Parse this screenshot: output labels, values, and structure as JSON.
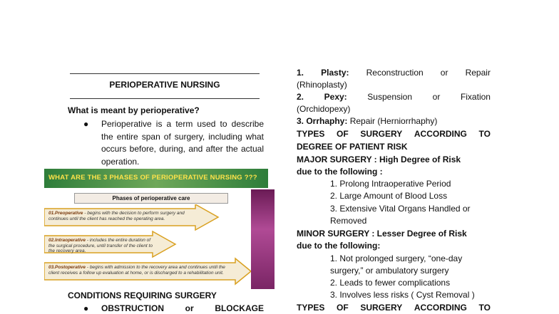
{
  "left": {
    "heading": "PERIOPERATIVE NURSING",
    "question": "What is meant by perioperative?",
    "bullet_mark": "●",
    "bullet_text": "Perioperative is a term used to describe the entire span of surgery, including what occurs before, during, and after the actual operation.",
    "figure": {
      "banner": "WHAT ARE THE 3 PHASES OF PERIOPERATIVE NURSING ???",
      "subtitle": "Phases of perioperative care",
      "phases": [
        {
          "label": "01.Preoperative",
          "text": "- begins with the decision to perform surgery and continues until the client has reached the operating area."
        },
        {
          "label": "02.Intraoperative",
          "text": "- includes the entire duration of the surgical procedure, until transfer of the client to the recovery area."
        },
        {
          "label": "03.Postoperative",
          "text": "- begins with admission to the recovery area and continues until the client receives a follow up evaluation at home, or is discharged to a rehabilitation unit."
        }
      ],
      "colors": {
        "banner": "#2e7d3a",
        "banner_text": "#ffe34a",
        "arrow_fill": "#f5ecd6",
        "arrow_stroke": "#d9a020",
        "side_bar": "#8b2d73"
      }
    },
    "conditions_heading": "CONDITIONS REQUIRING SURGERY",
    "obstruction_words": [
      "OBSTRUCTION",
      "or",
      "BLOCKAGE"
    ]
  },
  "right": {
    "item1_num": "1.",
    "item1_term": "Plasty:",
    "item1_words": [
      "Reconstruction",
      "or",
      "Repair"
    ],
    "item1_cont": "(Rhinoplasty)",
    "item2_num": "2.",
    "item2_term": "Pexy:",
    "item2_words": [
      "Suspension",
      "or",
      "Fixation"
    ],
    "item2_cont": "(Orchidopexy)",
    "item3_term": "3. Orrhaphy:",
    "item3_rest": " Repair (Herniorrhaphy)",
    "types_line1_words": [
      "TYPES",
      "OF",
      "SURGERY",
      "ACCORDING",
      "TO"
    ],
    "types_line2": "DEGREE OF PATIENT RISK",
    "major_line1": "MAJOR SURGERY : High Degree of Risk",
    "major_line2": "due to the following :",
    "major_items": [
      "1. Prolong Intraoperative Period",
      "2. Large Amount of Blood Loss",
      "3. Extensive Vital Organs Handled or",
      "Removed"
    ],
    "minor_line1": "MINOR SURGERY : Lesser Degree of Risk",
    "minor_line2": "due to the following:",
    "minor_items": [
      "1. Not prolonged surgery, “one-day",
      "surgery,” or ambulatory surgery",
      "2. Leads to fewer complications",
      "3. Involves less risks ( Cyst Removal )"
    ],
    "types_bottom_words": [
      "TYPES",
      "OF",
      "SURGERY",
      "ACCORDING",
      "TO"
    ]
  }
}
